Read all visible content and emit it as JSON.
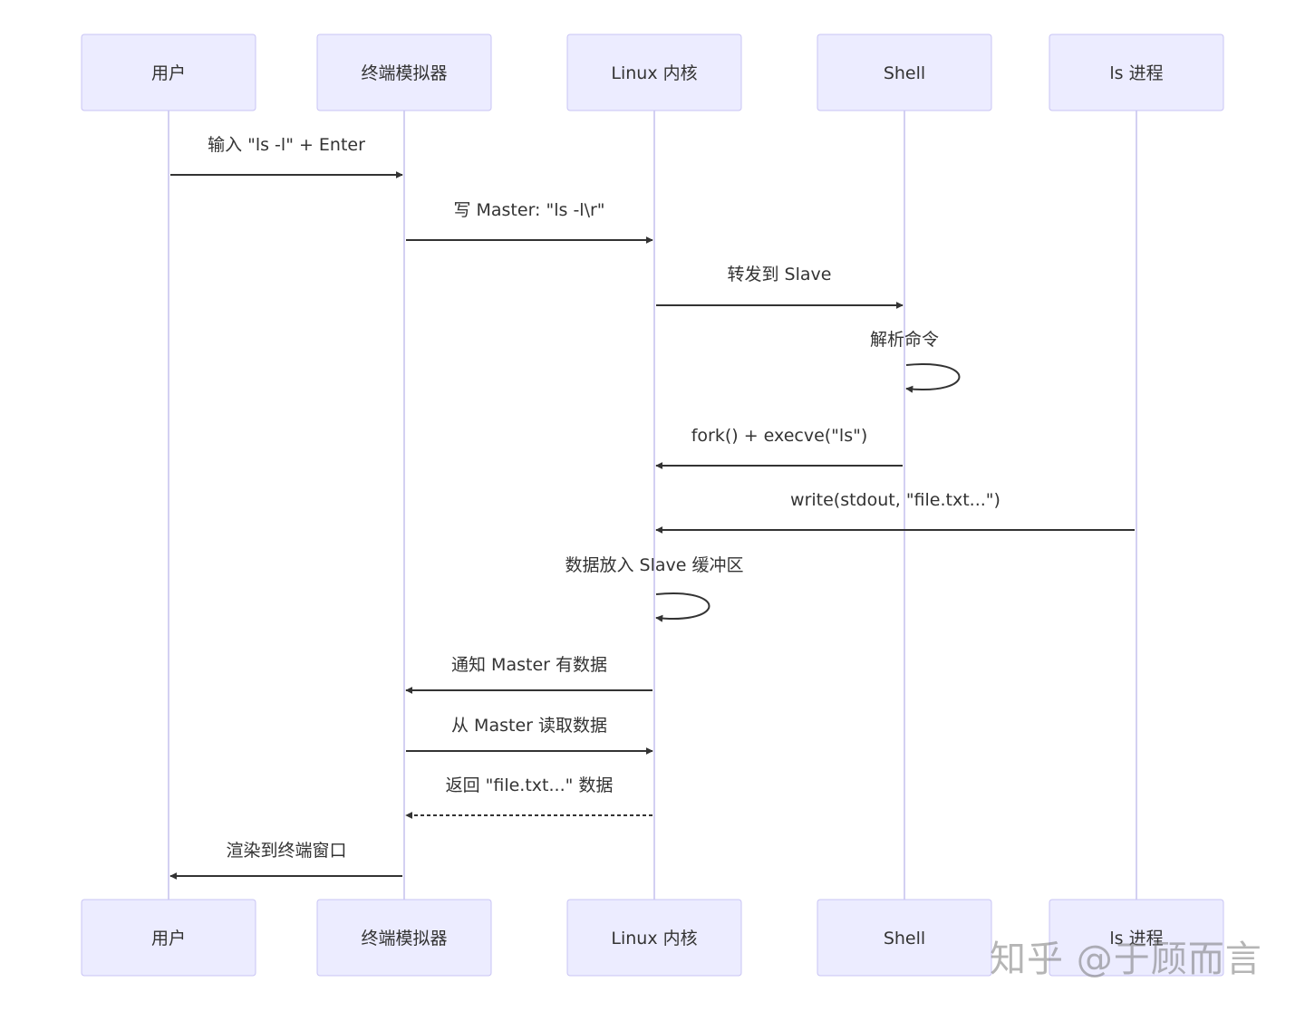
{
  "participants": [
    {
      "id": "user",
      "label": "用户"
    },
    {
      "id": "term",
      "label": "终端模拟器"
    },
    {
      "id": "kernel",
      "label": "Linux 内核"
    },
    {
      "id": "shell",
      "label": "Shell"
    },
    {
      "id": "ls",
      "label": "ls 进程"
    }
  ],
  "messages": [
    {
      "from": "user",
      "to": "term",
      "text": "输入 \"ls -l\" + Enter",
      "style": "solid"
    },
    {
      "from": "term",
      "to": "kernel",
      "text": "写 Master: \"ls -l\\r\"",
      "style": "solid"
    },
    {
      "from": "kernel",
      "to": "shell",
      "text": "转发到 Slave",
      "style": "solid"
    },
    {
      "from": "shell",
      "to": "shell",
      "text": "解析命令",
      "style": "self"
    },
    {
      "from": "shell",
      "to": "kernel",
      "text": "fork() + execve(\"ls\")",
      "style": "solid"
    },
    {
      "from": "ls",
      "to": "kernel",
      "text": "write(stdout, \"file.txt...\")",
      "style": "solid"
    },
    {
      "from": "kernel",
      "to": "kernel",
      "text": "数据放入 Slave 缓冲区",
      "style": "self"
    },
    {
      "from": "kernel",
      "to": "term",
      "text": "通知 Master 有数据",
      "style": "solid"
    },
    {
      "from": "term",
      "to": "kernel",
      "text": "从 Master 读取数据",
      "style": "solid"
    },
    {
      "from": "kernel",
      "to": "term",
      "text": "返回 \"file.txt...\" 数据",
      "style": "dashed"
    },
    {
      "from": "term",
      "to": "user",
      "text": "渲染到终端窗口",
      "style": "solid"
    }
  ],
  "watermark": "知乎 @于顾而言",
  "colors": {
    "actor_fill": "#ECECFF",
    "actor_border": "#C9C4F4",
    "lifeline": "#D3D0F2",
    "arrow": "#333333",
    "text": "#333333"
  }
}
